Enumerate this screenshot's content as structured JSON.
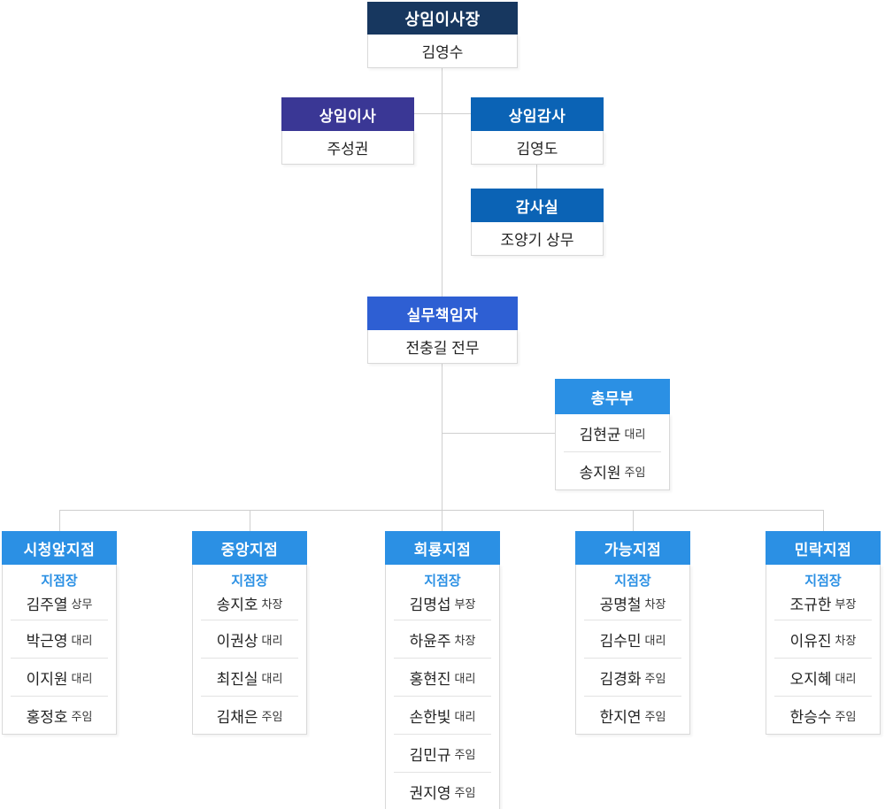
{
  "org": {
    "chairman": {
      "title": "상임이사장",
      "name": "김영수"
    },
    "director": {
      "title": "상임이사",
      "name": "주성권"
    },
    "auditor": {
      "title": "상임감사",
      "name": "김영도"
    },
    "audit_office": {
      "title": "감사실",
      "name": "조양기 상무"
    },
    "executive": {
      "title": "실무책임자",
      "name": "전충길 전무"
    },
    "general_affairs": {
      "title": "총무부",
      "members": [
        {
          "name": "김현균",
          "rank": "대리"
        },
        {
          "name": "송지원",
          "rank": "주임"
        }
      ]
    },
    "branches": [
      {
        "title": "시청앞지점",
        "leader_label": "지점장",
        "leader": {
          "name": "김주열",
          "rank": "상무"
        },
        "members": [
          {
            "name": "박근영",
            "rank": "대리"
          },
          {
            "name": "이지원",
            "rank": "대리"
          },
          {
            "name": "홍정호",
            "rank": "주임"
          }
        ]
      },
      {
        "title": "중앙지점",
        "leader_label": "지점장",
        "leader": {
          "name": "송지호",
          "rank": "차장"
        },
        "members": [
          {
            "name": "이권상",
            "rank": "대리"
          },
          {
            "name": "최진실",
            "rank": "대리"
          },
          {
            "name": "김채은",
            "rank": "주임"
          }
        ]
      },
      {
        "title": "회룡지점",
        "leader_label": "지점장",
        "leader": {
          "name": "김명섭",
          "rank": "부장"
        },
        "members": [
          {
            "name": "하윤주",
            "rank": "차장"
          },
          {
            "name": "홍현진",
            "rank": "대리"
          },
          {
            "name": "손한빛",
            "rank": "대리"
          },
          {
            "name": "김민규",
            "rank": "주임"
          },
          {
            "name": "권지영",
            "rank": "주임"
          }
        ]
      },
      {
        "title": "가능지점",
        "leader_label": "지점장",
        "leader": {
          "name": "공명철",
          "rank": "차장"
        },
        "members": [
          {
            "name": "김수민",
            "rank": "대리"
          },
          {
            "name": "김경화",
            "rank": "주임"
          },
          {
            "name": "한지연",
            "rank": "주임"
          }
        ]
      },
      {
        "title": "민락지점",
        "leader_label": "지점장",
        "leader": {
          "name": "조규한",
          "rank": "부장"
        },
        "members": [
          {
            "name": "이유진",
            "rank": "차장"
          },
          {
            "name": "오지혜",
            "rank": "대리"
          },
          {
            "name": "한승수",
            "rank": "주임"
          }
        ]
      }
    ],
    "colors": {
      "chairman_header": "#17375f",
      "director_header": "#3a3795",
      "auditor_header": "#0b63b5",
      "executive_header": "#2e5fd3",
      "department_header": "#2b90e4",
      "leader_label_text": "#2b90e4",
      "connector_line": "#cfcfcf"
    }
  }
}
